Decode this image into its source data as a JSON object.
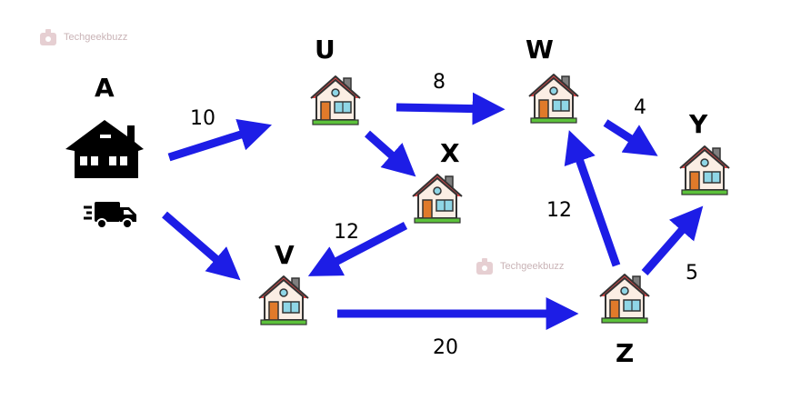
{
  "watermark": {
    "text": "Techgeekbuzz"
  },
  "nodes": [
    {
      "id": "A",
      "label": "A"
    },
    {
      "id": "U",
      "label": "U"
    },
    {
      "id": "W",
      "label": "W"
    },
    {
      "id": "X",
      "label": "X"
    },
    {
      "id": "Y",
      "label": "Y"
    },
    {
      "id": "V",
      "label": "V"
    },
    {
      "id": "Z",
      "label": "Z"
    }
  ],
  "edges": [
    {
      "from": "A",
      "to": "U",
      "label": "10"
    },
    {
      "from": "A",
      "to": "V",
      "label": ""
    },
    {
      "from": "U",
      "to": "W",
      "label": "8"
    },
    {
      "from": "U",
      "to": "X",
      "label": ""
    },
    {
      "from": "W",
      "to": "Y",
      "label": "4"
    },
    {
      "from": "X",
      "to": "V",
      "label": "12"
    },
    {
      "from": "V",
      "to": "Z",
      "label": "20"
    },
    {
      "from": "Z",
      "to": "W",
      "label": "12"
    },
    {
      "from": "Z",
      "to": "Y",
      "label": "5"
    }
  ],
  "colors": {
    "arrow": "#1d1de6",
    "roof": "#e24a4a",
    "wall": "#fbeee4",
    "door": "#e07a2a",
    "window": "#8fd6e6",
    "grass": "#5cc23b"
  },
  "icons": {
    "source": "house-silhouette-icon",
    "vehicle": "delivery-truck-icon",
    "node": "house-icon"
  }
}
